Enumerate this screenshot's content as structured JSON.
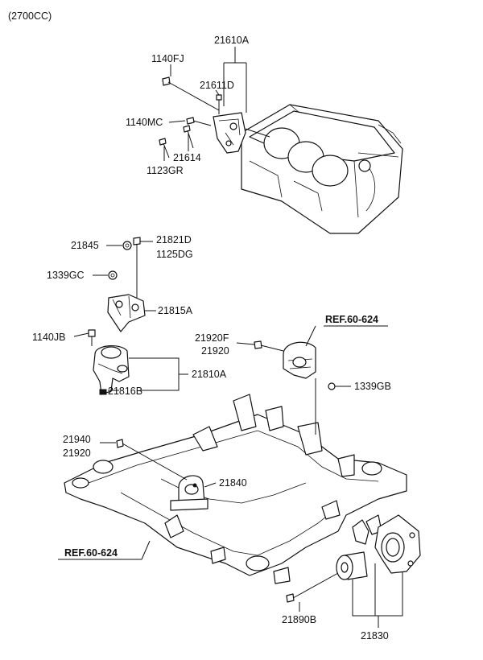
{
  "header": {
    "engine": "(2700CC)"
  },
  "refs": {
    "ref_upper": "REF.60-624",
    "ref_lower": "REF.60-624"
  },
  "labels": {
    "p21610A": "21610A",
    "p1140FJ": "1140FJ",
    "p21611D": "21611D",
    "p1140MC": "1140MC",
    "p21614": "21614",
    "p1123GR": "1123GR",
    "p21845": "21845",
    "p21821D": "21821D",
    "p1125DG": "1125DG",
    "p1339GC": "1339GC",
    "p21815A": "21815A",
    "p1140JB": "1140JB",
    "p21810A": "21810A",
    "p21816B": "21816B",
    "p21920F": "21920F",
    "p21920a": "21920",
    "p1339GB": "1339GB",
    "p21940": "21940",
    "p21920b": "21920",
    "p21840": "21840",
    "p21890B": "21890B",
    "p21830": "21830"
  }
}
